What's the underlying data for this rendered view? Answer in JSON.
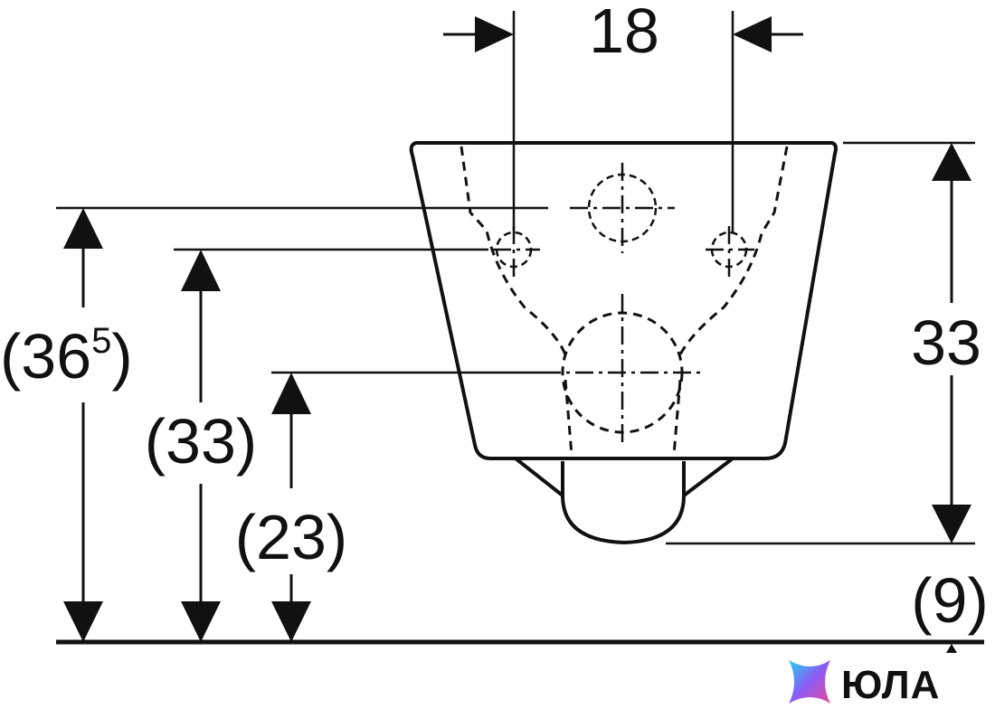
{
  "diagram": {
    "top_width_label": "18",
    "right_height_label": "33",
    "bottom_offset_label": "(9)",
    "left_labels": {
      "outer_main": "(36",
      "outer_sup": "5",
      "outer_close": ")",
      "middle": "(33)",
      "inner": "(23)"
    }
  },
  "logo": {
    "text": "ЮЛА"
  }
}
